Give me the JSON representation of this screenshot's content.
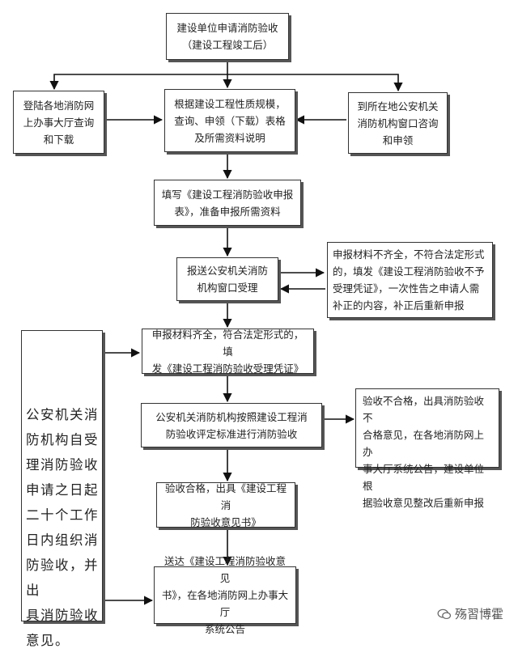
{
  "boxes": {
    "start": "建设单位申请消防验收\n（建设工程竣工后）",
    "online": "登陆各地消防网\n上办事大厅查询\n和下载",
    "scope": "根据建设工程性质规模，\n查询、申领（下载）表格\n及所需资料说明",
    "window_consult": "到所在地公安机关\n消防机构窗口咨询\n和申领",
    "fill_form": "填写《建设工程消防验收申报\n表》，准备申报所需资料",
    "submit": "报送公安机关消防\n机构窗口受理",
    "incomplete": "申报材料不齐全，不符合法定形式\n的，填发《建设工程消防验收不予\n受理凭证》，一次性告之申请人需\n补正的内容，补正后重新申报",
    "complete": "申报材料齐全，符合法定形式的，填\n发《建设工程消防验收受理凭证》",
    "inspection": "公安机关消防机构按照建设工程消\n防验收评定标准进行消防验收",
    "fail": "验收不合格，出具消防验收不\n合格意见，在各地消防网上办\n事大厅系统公告，建设单位根\n据验收意见整改后重新申报",
    "pass": "验收合格，出具《建设工程消\n防验收意见书》",
    "deliver": "送达《建设工程消防验收意见\n书》，在各地消防网上办事大厅\n系统公告",
    "side": "公安机关消\n防机构自受\n理消防验收\n申请之日起\n二十个工作\n日内组织消\n防验收，并出\n具消防验收\n意见。"
  },
  "watermark": "殇習博霍"
}
